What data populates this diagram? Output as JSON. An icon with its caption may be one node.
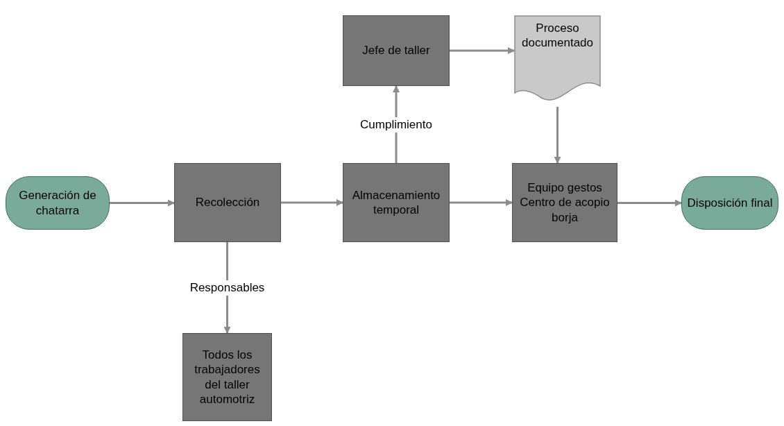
{
  "diagram": {
    "nodes": [
      {
        "text": [
          "Generación de chatarra"
        ]
      },
      {
        "text": [
          "Recolección"
        ]
      },
      {
        "text": [
          "Almacenamiento temporal"
        ]
      },
      {
        "text": [
          "Jefe de taller"
        ]
      },
      {
        "text": [
          "Proceso documentado"
        ]
      },
      {
        "text": [
          "Equipo gestos Centro de acopio borja"
        ]
      },
      {
        "text": [
          "Disposición final"
        ]
      },
      {
        "text": [
          "Todos los trabajadores del taller automotriz"
        ]
      }
    ],
    "edges": [
      {
        "from": 0,
        "to": 1,
        "arrow": "to"
      },
      {
        "from": 1,
        "to": 2,
        "arrow": "to"
      },
      {
        "from": 2,
        "to": 5,
        "arrow": "to"
      },
      {
        "from": 5,
        "to": 6,
        "arrow": "to"
      },
      {
        "from": 2,
        "to": 3,
        "arrow": "to",
        "label": "Cumplimiento"
      },
      {
        "from": 3,
        "to": 4,
        "arrow": "to"
      },
      {
        "from": 4,
        "to": 5,
        "arrow": "to"
      },
      {
        "from": 1,
        "to": 7,
        "arrow": "to",
        "label": "Responsables"
      }
    ]
  }
}
